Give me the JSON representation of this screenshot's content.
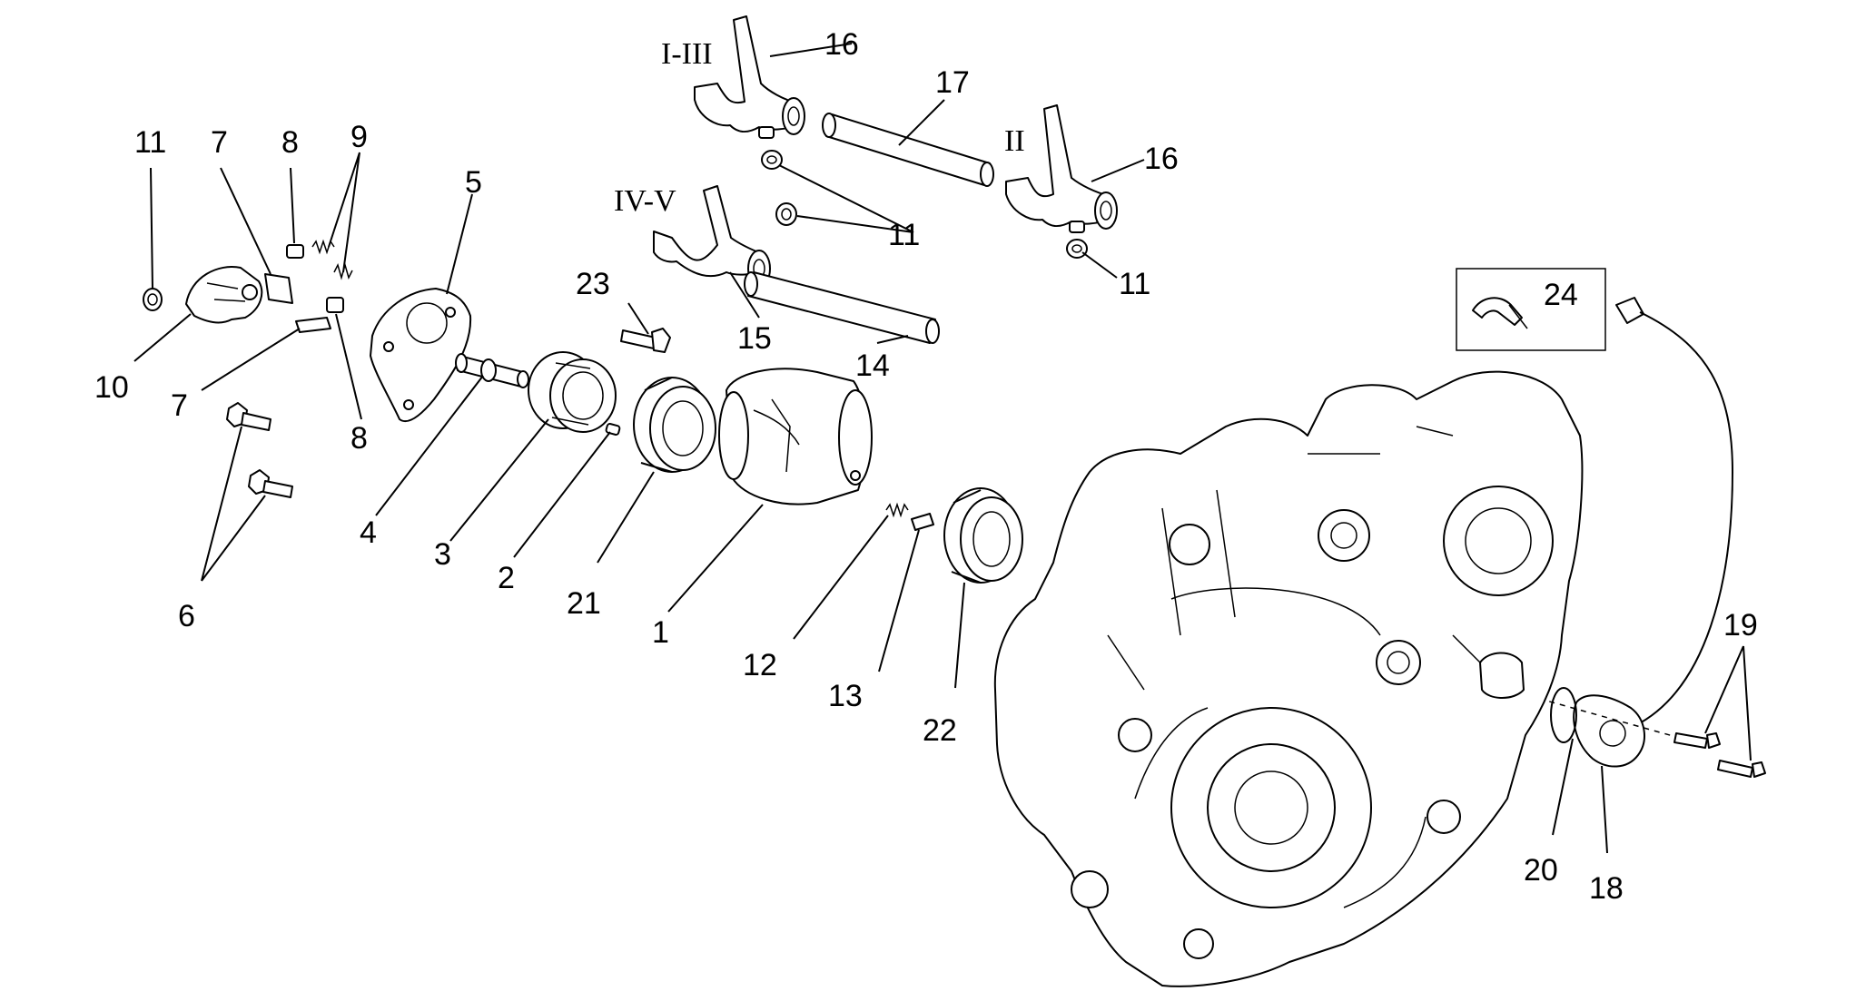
{
  "labels": {
    "n1": "1",
    "n2": "2",
    "n3": "3",
    "n4": "4",
    "n5": "5",
    "n6": "6",
    "n7a": "7",
    "n7b": "7",
    "n8a": "8",
    "n8b": "8",
    "n9": "9",
    "n10": "10",
    "n11a": "11",
    "n11b": "11",
    "n11c": "11",
    "n12": "12",
    "n13": "13",
    "n14": "14",
    "n15": "15",
    "n16a": "16",
    "n16b": "16",
    "n17": "17",
    "n18": "18",
    "n19": "19",
    "n20": "20",
    "n21": "21",
    "n22": "22",
    "n23": "23",
    "n24": "24"
  },
  "gears": {
    "g1": "I-III",
    "g2": "II",
    "g3": "IV-V"
  }
}
